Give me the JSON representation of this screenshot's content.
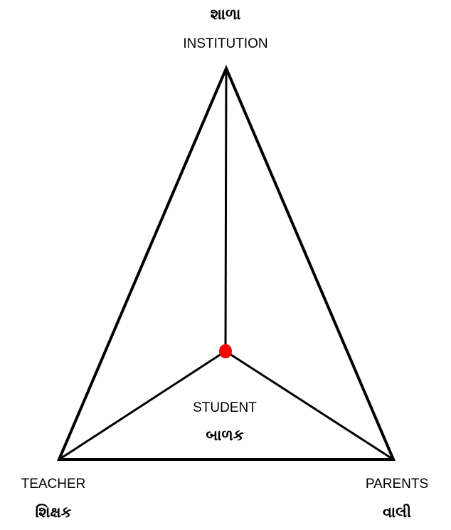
{
  "nodes": {
    "institution": {
      "gujarati": "શાળા",
      "english": "INSTITUTION"
    },
    "student": {
      "english": "STUDENT",
      "gujarati": "બાળક"
    },
    "teacher": {
      "english": "TEACHER",
      "gujarati": "શિક્ષક"
    },
    "parents": {
      "english": "PARENTS",
      "gujarati": "વાલી"
    }
  },
  "colors": {
    "line": "#000000",
    "center_dot": "#ff0000"
  }
}
